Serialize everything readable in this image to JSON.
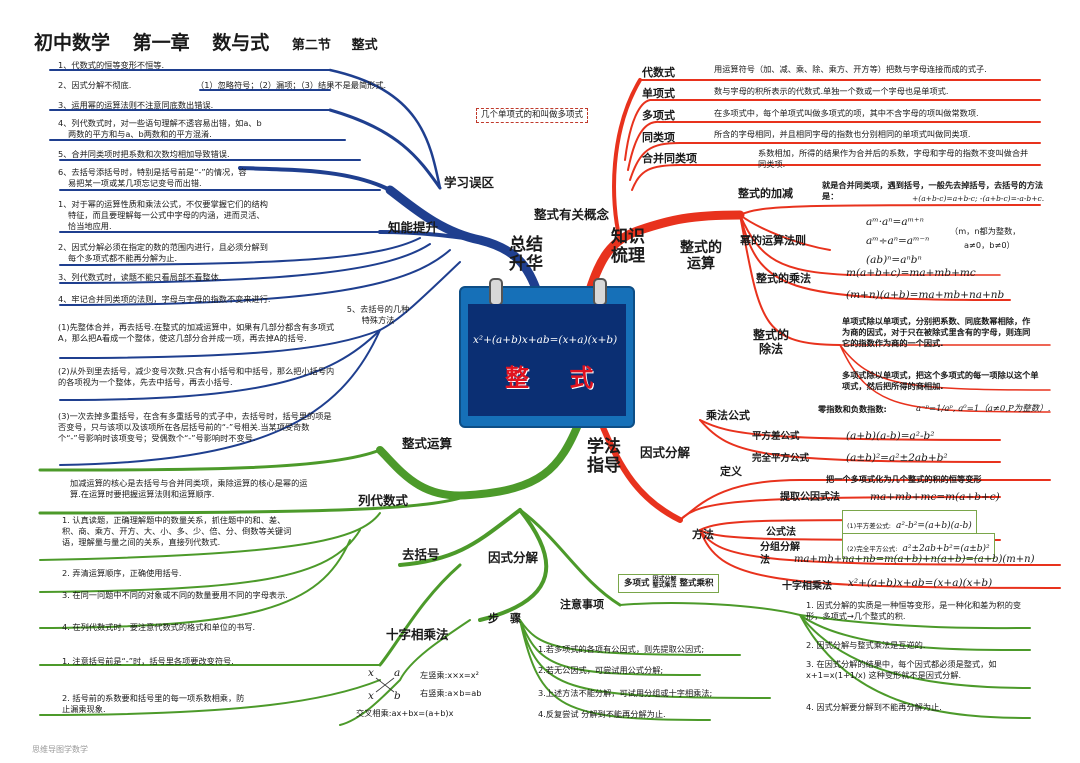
{
  "title": {
    "main1": "初中数学",
    "main2": "第一章",
    "main3": "数与式",
    "sec": "第二节",
    "topic": "整式"
  },
  "center": {
    "formula": "x²+(a+b)x+ab=(x+a)(x+b)",
    "word": "整 式"
  },
  "hubs": {
    "summary": "总结升华",
    "knowledge": "知识梳理",
    "method": "学法指导"
  },
  "left_top": {
    "branch_errors": "学习误区",
    "branch_ability": "知能提升",
    "errors": [
      "1、代数式的恒等变形不恒等.",
      "2、因式分解不彻底.",
      "（1）忽略符号；（2）漏项；（3）结果不是最简形式.",
      "3、运用幂的运算法则不注意同底数出错误.",
      "4、列代数式时，对一些语句理解不透容易出错，如a、b",
      "两数的平方和与a、b两数和的平方混淆.",
      "5、合并同类项时把系数和次数均相加导致错误.",
      "6、去括号添括号时，特别是括号前是“-”的情况，容",
      "易把某一项或某几项忘记变号而出错."
    ],
    "ability": [
      "1、对于幂的运算性质和乘法公式，不仅要掌握它们的结构",
      "特征，而且要理解每一公式中字母的内涵，进而灵活、",
      "恰当地应用.",
      "2、因式分解必须在指定的数的范围内进行，且必须分解到",
      "每个多项式都不能再分解为止.",
      "3、列代数式时，读题不能只看局部不看整体.",
      "4、牢记合并同类项的法则，字母与字母的指数不变来进行."
    ],
    "bracket_title": "5、去括号的几种特殊方法",
    "bracket": [
      "(1)先整体合并，再去括号.在整式的加减运算中，如果有几部分都含有多项式A，那么把A看成一个整体，使这几部分合并成一项，再去掉A的括号.",
      "(2)从外到里去括号，减少变号次数.只含有小括号和中括号，那么把小括号内的各项视为一个整体，先去中括号，再去小括号.",
      "(3)一次去掉多重括号，在含有多重括号的式子中，去括号时，括号里的项是否变号，只与该项以及该项所在各层括号前的“-”号相关.当某项受奇数个“-”号影响时该项变号；受偶数个“-”号影响时不变号."
    ]
  },
  "left_bottom": {
    "branch_ops": "整式运算",
    "ops_text": "加减运算的核心是去括号与合并同类项，乘除运算的核心是幂的运算.在运算时要把握运算法则和运算顺序.",
    "branch_list": "列代数式",
    "list": [
      "1. 认真读题，正确理解题中的数量关系，抓住题中的和、差、积、商、乘方、开方、大、小、多、少、倍、分、倒数等关键词语，理解量与量之间的关系，直接列代数式.",
      "2. 弄清运算顺序，正确使用括号.",
      "3. 在同一问题中不同的对象或不同的数量要用不同的字母表示.",
      "4. 在列代数式时，要注意代数式的格式和单位的书写."
    ],
    "branch_brackets": "去括号",
    "brackets": [
      "1. 注意括号前是“-”时，括号里各项要改变符号.",
      "2. 括号前的系数要和括号里的每一项系数相乘，防止漏乘现象."
    ],
    "branch_factor": "因式分解",
    "branch_cross": "十字相乘法",
    "cross": {
      "x1": "x",
      "a": "a",
      "x2": "x",
      "b": "b",
      "left": "左竖乘:x×x=x²",
      "right": "右竖乘:a×b=ab",
      "mix": "交叉相乘:ax+bx=(a+b)x"
    },
    "branch_steps": "步　骤",
    "steps": [
      "1.若多项式的各项有公因式，则先提取公因式;",
      "2.若无公因式，可尝试用公式分解;",
      "3.上述方法不能分解，可试用分组或十字相乘法;",
      "4.反复尝试 分解到不能再分解为止."
    ],
    "branch_notes": "注意事项",
    "box_left": "多项式",
    "box_mid1": "因式分解",
    "box_mid2": "整式乘法",
    "box_right": "整式乘积",
    "notes": [
      "1. 因式分解的实质是一种恒等变形，是一种化和差为积的变形，多项式→几个整式的积.",
      "2. 因式分解与整式乘法是互逆的.",
      "3. 在因式分解的结果中，每个因式都必须是整式，如 x+1=x(1+1/x) 这种变形就不是因式分解.",
      "4. 因式分解要分解到不能再分解为止."
    ]
  },
  "right_top": {
    "branch_concepts": "整式有关概念",
    "box": "几个单项式的和叫做多项式",
    "concepts": [
      {
        "name": "代数式",
        "desc": "用运算符号（加、减、乘、除、乘方、开方等）把数与字母连接而成的式子."
      },
      {
        "name": "单项式",
        "desc": "数与字母的积所表示的代数式.单独一个数或一个字母也是单项式."
      },
      {
        "name": "多项式",
        "desc": "在多项式中，每个单项式叫做多项式的项，其中不含字母的项叫做常数项."
      },
      {
        "name": "同类项",
        "desc": "所含的字母相同，并且相同字母的指数也分别相同的单项式叫做同类项."
      },
      {
        "name": "合并同类项",
        "desc": "系数相加，所得的结果作为合并后的系数，字母和字母的指数不变叫做合并同类项."
      }
    ],
    "branch_ops": "整式的运算",
    "add": {
      "name": "整式的加减",
      "desc": "就是合并同类项，遇到括号，一般先去掉括号，去括号的方法是：",
      "f": "+(a+b-c)=a+b-c; -(a+b-c)=-a-b+c."
    },
    "pow": {
      "name": "幂的运算法则",
      "f1": "aᵐ·aⁿ=aᵐ⁺ⁿ",
      "f2": "aᵐ÷aⁿ=aᵐ⁻ⁿ",
      "f3": "(ab)ⁿ=aⁿbⁿ",
      "cond1": "（m，n都为整数，",
      "cond2": "a≠0，b≠0）"
    },
    "mul": {
      "name": "整式的乘法",
      "f1": "m(a+b+c)=ma+mb+mc",
      "f2": "(m+n)(a+b)=ma+mb+na+nb"
    },
    "div": {
      "name": "整式的除法",
      "d1": "单项式除以单项式，分别把系数、同底数幂相除，作为商的因式，对于只在被除式里含有的字母，则连同它的指数作为商的一个因式.",
      "d2": "多项式除以单项式，把这个多项式的每一项除以这个单项式，然后把所得的商相加.",
      "d3": "零指数和负数指数:",
      "f3": "a⁻ᵖ=1/aᵖ, a⁰=1（a≠0,P为整数）."
    },
    "formula": {
      "name": "乘法公式",
      "sq": "平方差公式",
      "sqf": "(a+b)(a-b)=a²-b²",
      "full": "完全平方公式",
      "fullf": "(a±b)²=a²±2ab+b²"
    }
  },
  "right_bottom": {
    "branch": "因式分解",
    "def": "定义",
    "def_text": "把一个多项式化为几个整式的积的恒等变形",
    "methods": "方法",
    "common": "提取公因式法",
    "common_f": "ma+mb+mc=m(a+b+c)",
    "formula": "公式法",
    "f1label": "(1)平方差公式:",
    "f1": "a²-b²=(a+b)(a-b)",
    "f2label": "(2)完全平方公式:",
    "f2": "a²±2ab+b²=(a±b)²",
    "group": "分组分解法",
    "group_f": "ma+mb+na+nb=m(a+b)+n(a+b)=(a+b)(m+n)",
    "cross": "十字相乘法",
    "cross_f": "x²+(a+b)x+ab=(x+a)(x+b)"
  },
  "colors": {
    "blue": "#1f3f8f",
    "red": "#e8321d",
    "green": "#4c9a2a"
  },
  "footer": "思维导图学数学"
}
